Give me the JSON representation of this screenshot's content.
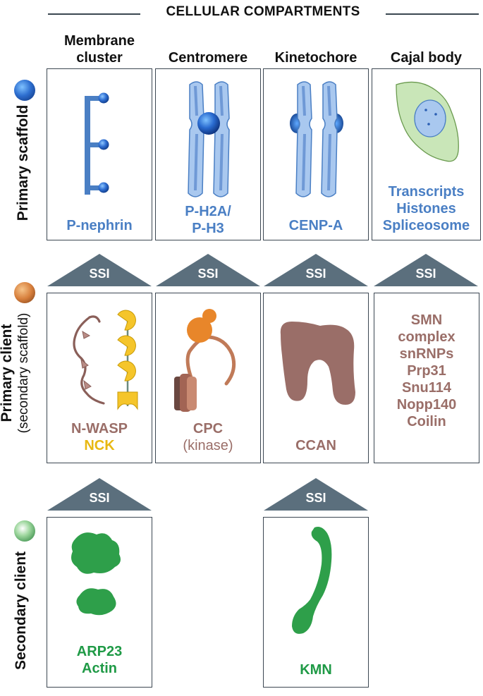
{
  "header": {
    "title": "CELLULAR COMPARTMENTS"
  },
  "columns": [
    "Membrane\ncluster",
    "Centromere",
    "Kinetochore",
    "Cajal body"
  ],
  "rows": {
    "primary_scaffold": "Primary scaffold",
    "primary_client": "Primary client",
    "primary_client_sub": "(secondary scaffold)",
    "secondary_client": "Secondary client"
  },
  "ssi_label": "SSI",
  "scaffold": {
    "membrane": "P-nephrin",
    "centromere": "P-H2A/\nP-H3",
    "kinetochore": "CENP-A",
    "cajal": "Transcripts\nHistones\nSpliceosome"
  },
  "client": {
    "membrane_a": "N-WASP",
    "membrane_b": "NCK",
    "centromere": "CPC",
    "centromere_sub": "(kinase)",
    "kinetochore": "CCAN",
    "cajal": "SMN\ncomplex\nsnRNPs\nPrp31\nSnu114\nNopp140\nCoilin"
  },
  "secondary": {
    "membrane": "ARP23\nActin",
    "kinetochore": "KMN"
  },
  "colors": {
    "scaffold_blue": "#4a7fc4",
    "client_mauve": "#9a6e68",
    "nck_yellow": "#e8b812",
    "secondary_green": "#1f9a46",
    "ssi_slate": "#5b6f7d"
  }
}
